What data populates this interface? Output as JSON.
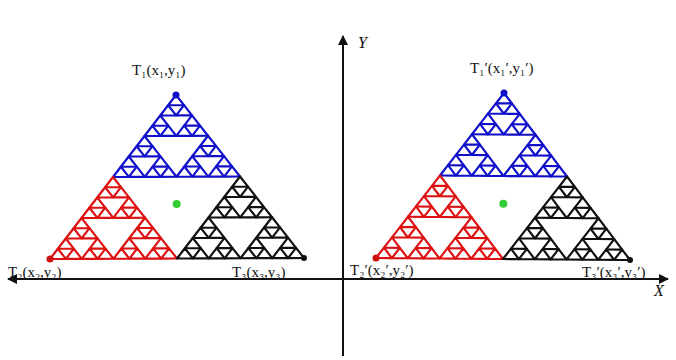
{
  "diagram": {
    "labels": [
      "T₁(x₁,y₁)",
      "T₂(x₂,y₂)",
      "T₃(x₃,y₃)",
      "T₁′(x₁′,y₁′)",
      "T₂′(x₂′,y₂′)",
      "T₃′(x₃′,y₃′)",
      "Y",
      "X"
    ]
  }
}
